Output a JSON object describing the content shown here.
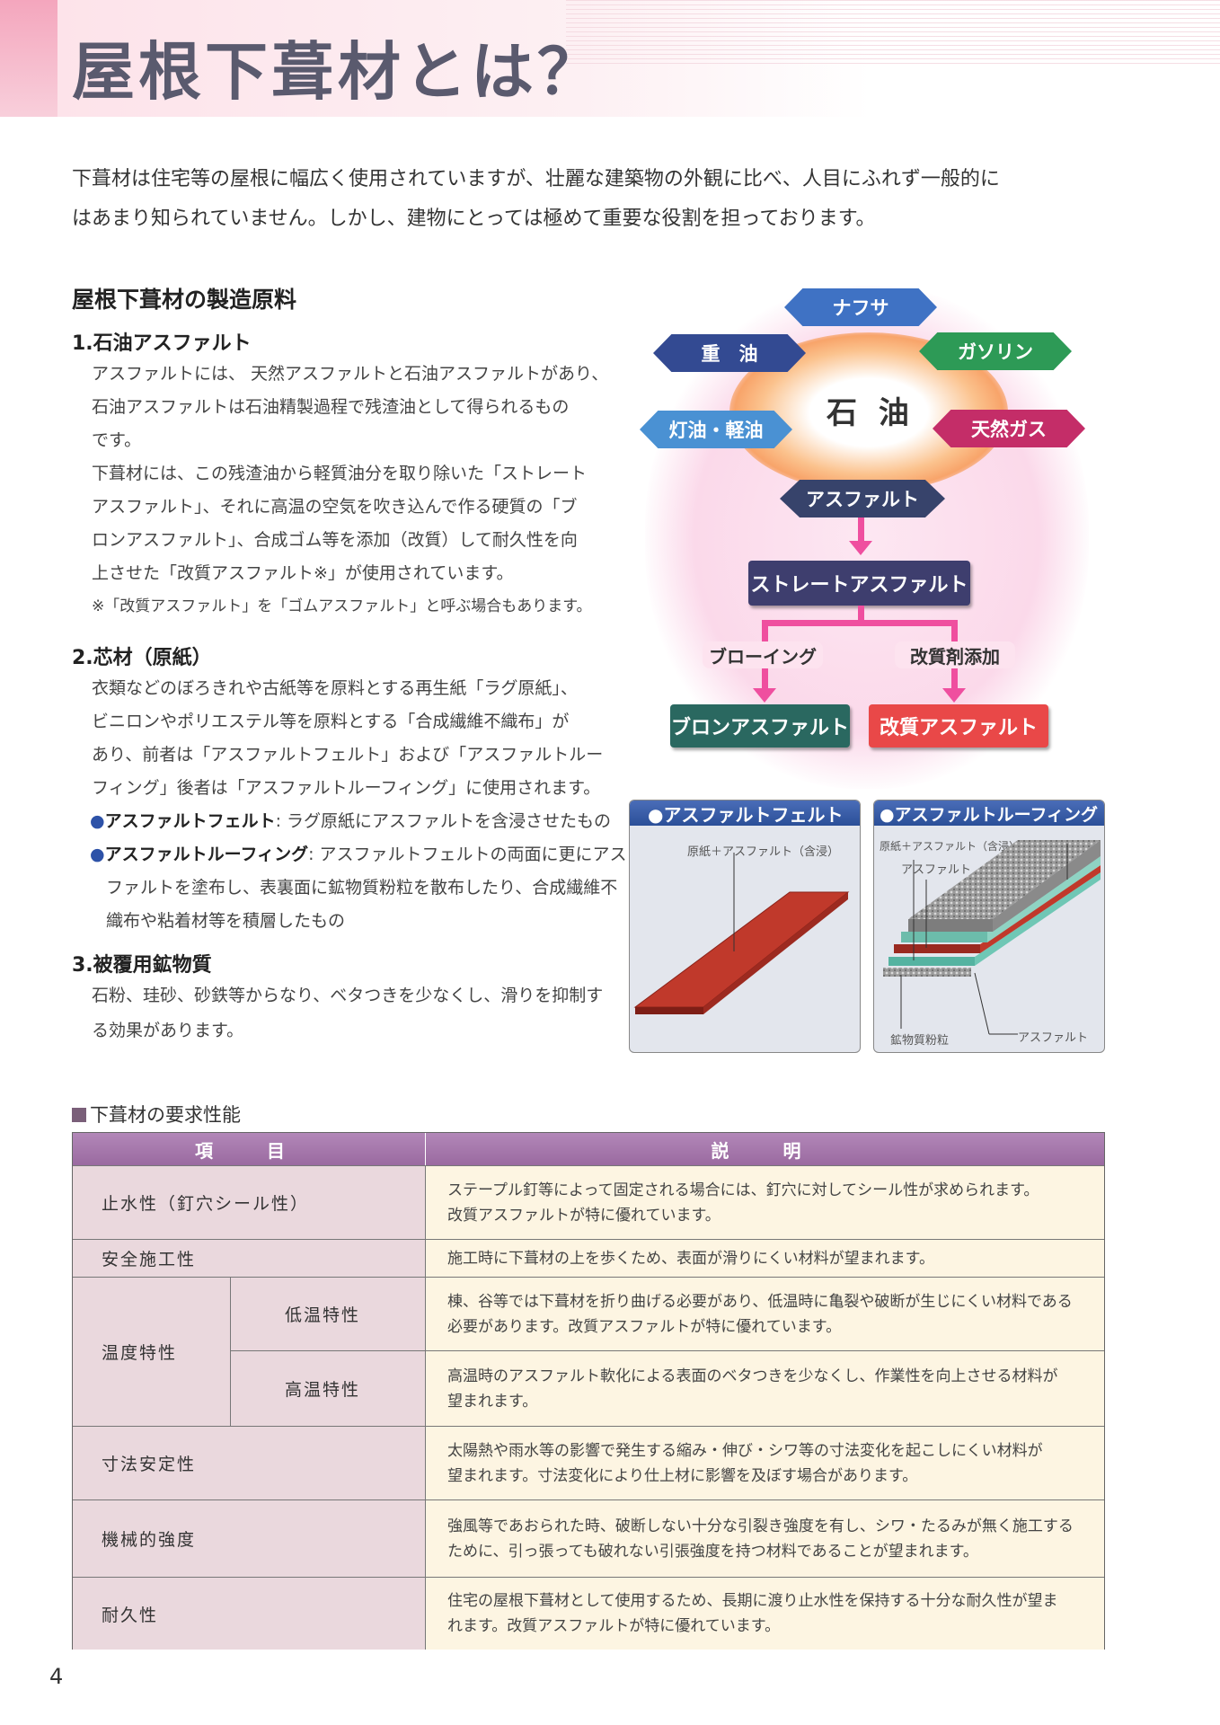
{
  "header": {
    "title": "屋根下葺材とは？"
  },
  "intro": [
    "下葺材は住宅等の屋根に幅広く使用されていますが、壮麗な建築物の外観に比べ、人目にふれず一般的に",
    "はあまり知られていません。しかし、建物にとっては極めて重要な役割を担っております。"
  ],
  "materials": {
    "heading": "屋根下葺材の製造原料",
    "s1": {
      "title": "1.石油アスファルト",
      "lines": [
        "アスファルトには、 天然アスファルトと石油アスファルトがあり、",
        "石油アスファルトは石油精製過程で残渣油として得られるもの",
        "です。",
        "下葺材には、この残渣油から軽質油分を取り除いた「ストレート",
        "アスファルト」、それに高温の空気を吹き込んで作る硬質の「ブ",
        "ロンアスファルト」、合成ゴム等を添加（改質）して耐久性を向",
        "上させた「改質アスファルト※」が使用されています。"
      ],
      "note": "※「改質アスファルト」を「ゴムアスファルト」と呼ぶ場合もあります。"
    },
    "s2": {
      "title": "2.芯材（原紙）",
      "lines": [
        "衣類などのぼろきれや古紙等を原料とする再生紙「ラグ原紙」、",
        "ビニロンやポリエステル等を原料とする「合成繊維不織布」が",
        "あり、前者は「アスファルトフェルト」および「アスファルトルー",
        "フィング」後者は「アスファルトルーフィング」に使用されます。"
      ],
      "b1_term": "アスファルトフェルト",
      "b1_desc": ": ラグ原紙にアスファルトを含浸させたもの",
      "b2_term": "アスファルトルーフィング",
      "b2_desc": ": アスファルトフェルトの両面に更にアス",
      "b2_lines": [
        "ファルトを塗布し、表裏面に鉱物質粉粒を散布したり、合成繊維不",
        "織布や粘着材等を積層したもの"
      ]
    },
    "s3": {
      "title": "3.被覆用鉱物質",
      "lines": [
        "石粉、珪砂、砂鉄等からなり、ベタつきを少なくし、滑りを抑制す",
        "る効果があります。"
      ]
    }
  },
  "diagram": {
    "center": "石 油",
    "naphtha": "ナフサ",
    "heavy_oil": "重　油",
    "gasoline": "ガソリン",
    "kerosene": "灯油・軽油",
    "natural_gas": "天然ガス",
    "asphalt": "アスファルト",
    "straight": "ストレートアスファルト",
    "blowing": "ブローイング",
    "modifier": "改質剤添加",
    "blown": "ブロンアスファルト",
    "modified": "改質アスファルト",
    "colors": {
      "naphtha": "#3f72c4",
      "heavy": "#334a92",
      "gasoline": "#2d9a56",
      "kerosene": "#4a91d3",
      "gas": "#c42d68",
      "asphalt": "#37436b",
      "straight": "#3e3e6e",
      "blown": "#2a6860",
      "modified": "#e94848"
    }
  },
  "felt_panel": {
    "title": "●アスファルトフェルト",
    "label": "原紙＋アスファルト（含浸）"
  },
  "roofing_panel": {
    "title": "●アスファルトルーフィング",
    "label_top": "原紙＋アスファルト（含浸）鉱物質粉粒",
    "label_asphalt": "アスファルト",
    "label_mineral": "鉱物質粉粒",
    "label_asphalt2": "アスファルト"
  },
  "table": {
    "title": "下葺材の要求性能",
    "head_item": "項　目",
    "head_desc": "説　明",
    "rows": [
      {
        "item": "止水性（釘穴シール性）",
        "desc": [
          "ステープル釘等によって固定される場合には、釘穴に対してシール性が求められます。",
          "改質アスファルトが特に優れています。"
        ]
      },
      {
        "item": "安全施工性",
        "desc": [
          "施工時に下葺材の上を歩くため、表面が滑りにくい材料が望まれます。"
        ]
      },
      {
        "item": "温度特性",
        "sub": "低温特性",
        "desc": [
          "棟、谷等では下葺材を折り曲げる必要があり、低温時に亀裂や破断が生じにくい材料である",
          "必要があります。改質アスファルトが特に優れています。"
        ]
      },
      {
        "sub": "高温特性",
        "desc": [
          "高温時のアスファルト軟化による表面のベタつきを少なくし、作業性を向上させる材料が",
          "望まれます。"
        ]
      },
      {
        "item": "寸法安定性",
        "desc": [
          "太陽熱や雨水等の影響で発生する縮み・伸び・シワ等の寸法変化を起こしにくい材料が",
          "望まれます。寸法変化により仕上材に影響を及ぼす場合があります。"
        ]
      },
      {
        "item": "機械的強度",
        "desc": [
          "強風等であおられた時、破断しない十分な引裂き強度を有し、シワ・たるみが無く施工する",
          "ために、引っ張っても破れない引張強度を持つ材料であることが望まれます。"
        ]
      },
      {
        "item": "耐久性",
        "desc": [
          "住宅の屋根下葺材として使用するため、長期に渡り止水性を保持する十分な耐久性が望ま",
          "れます。改質アスファルトが特に優れています。"
        ]
      }
    ]
  },
  "page_number": "4"
}
